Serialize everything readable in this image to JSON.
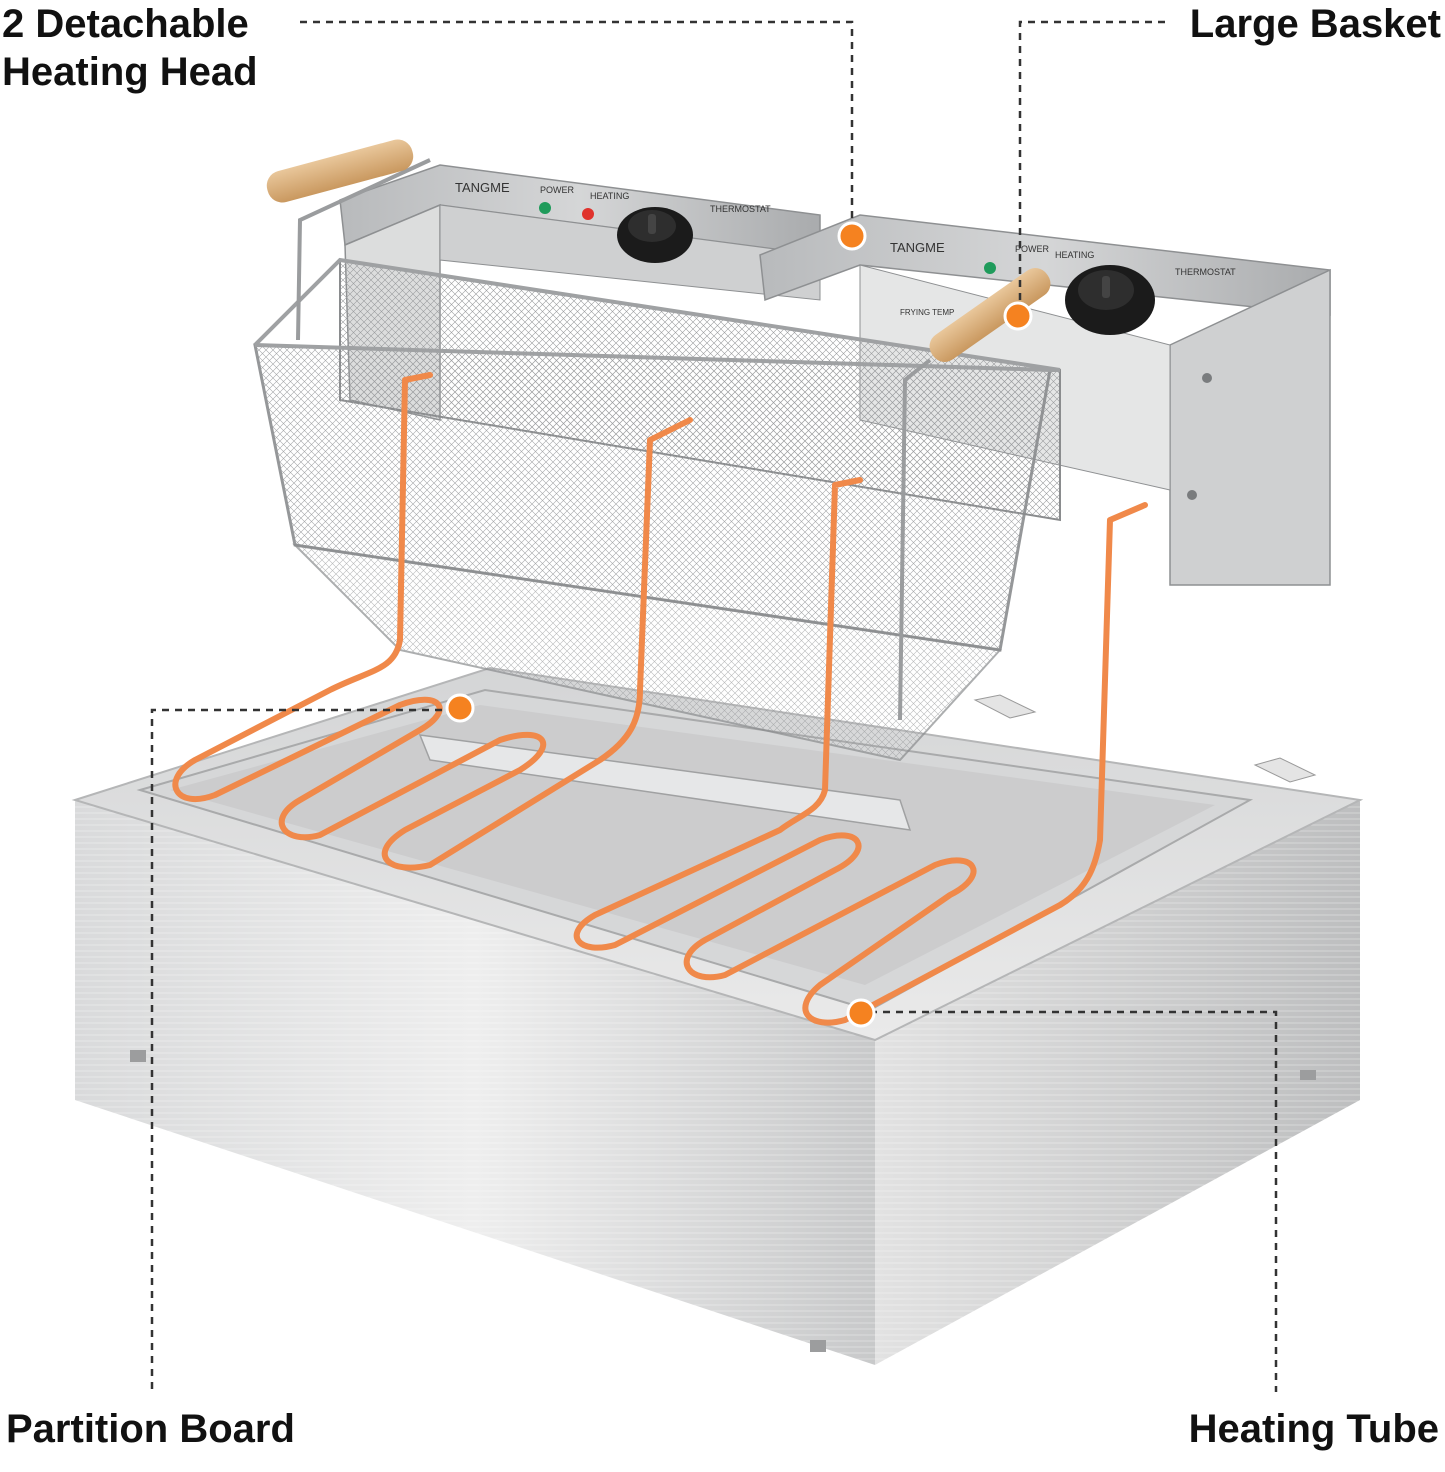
{
  "callouts": {
    "heating_head": {
      "line1": "2 Detachable",
      "line2": "Heating Head"
    },
    "large_basket": "Large Basket",
    "partition_board": "Partition Board",
    "heating_tube": "Heating Tube"
  },
  "brand": {
    "left_panel": "TANGME",
    "right_panel": "TANGME"
  },
  "panel_labels": {
    "power": "POWER",
    "heating": "HEATING",
    "thermostat": "THERMOSTAT",
    "frying_temp": "FRYING TEMP"
  },
  "colors": {
    "marker": "#f58220",
    "tube": "#f0894a",
    "steel": "#c9cbcd",
    "text": "#111111"
  }
}
